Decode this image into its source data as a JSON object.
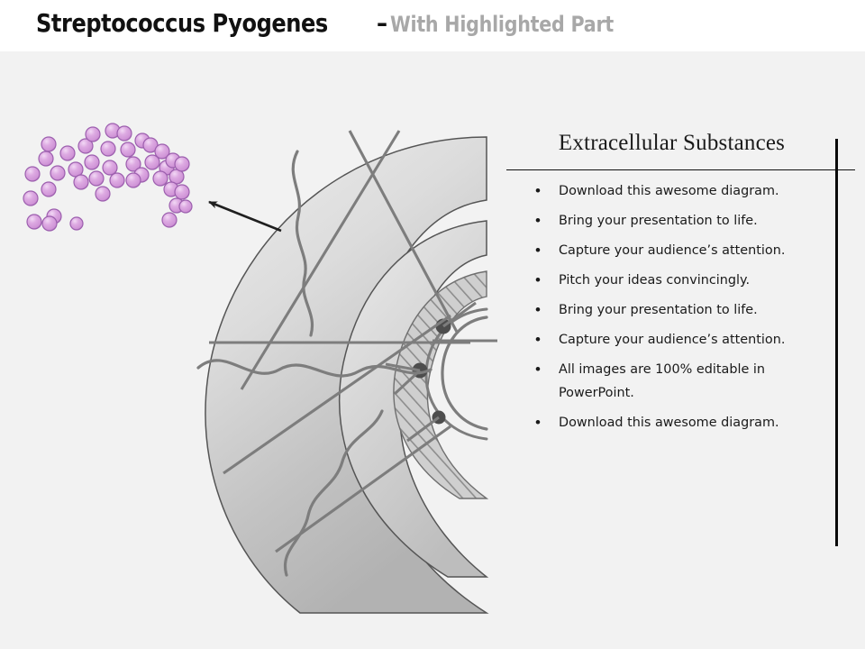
{
  "header": {
    "title_main": "Streptococcus Pyogenes",
    "title_dash": "–",
    "title_sub": "With Highlighted Part",
    "background": "#ffffff"
  },
  "slide": {
    "background": "#f2f2f2"
  },
  "panel": {
    "heading": "Extracellular Substances",
    "bullet_marker": "•",
    "rule_color": "#111111",
    "vertical_line_color": "#0a0a0a",
    "bullets": [
      "Download this awesome diagram.",
      "Bring your presentation to life.",
      "Capture your audience’s attention.",
      "Pitch your ideas convincingly.",
      "Bring your presentation to life.",
      "Capture your audience’s attention.",
      "All images are 100% editable in PowerPoint.",
      "Download this awesome diagram."
    ]
  },
  "diagram": {
    "name": "streptococcus-pyogenes-cross-section",
    "colors": {
      "cell_wall_fill_light": "#ebebeb",
      "cell_wall_fill_dark": "#b4b4b4",
      "outline": "#555555",
      "hatch_line": "#7a7a7a",
      "leader_line": "#7d7d7d",
      "wavy_line": "#7d7d7d",
      "dot": "#4d4d4d",
      "arrow": "#1f1f1f",
      "coccus_edge": "#9c5fae",
      "coccus_fill": "#dba9e0",
      "coccus_highlight": "#efd2f2"
    },
    "coccus_count": 41,
    "core_dot_count": 3,
    "layers": [
      "outer-capsule-band",
      "middle-cell-wall-band",
      "highlighted-hatched-band",
      "inner-membrane-arc"
    ],
    "leader_line_count": 5,
    "wavy_line_count": 3
  }
}
